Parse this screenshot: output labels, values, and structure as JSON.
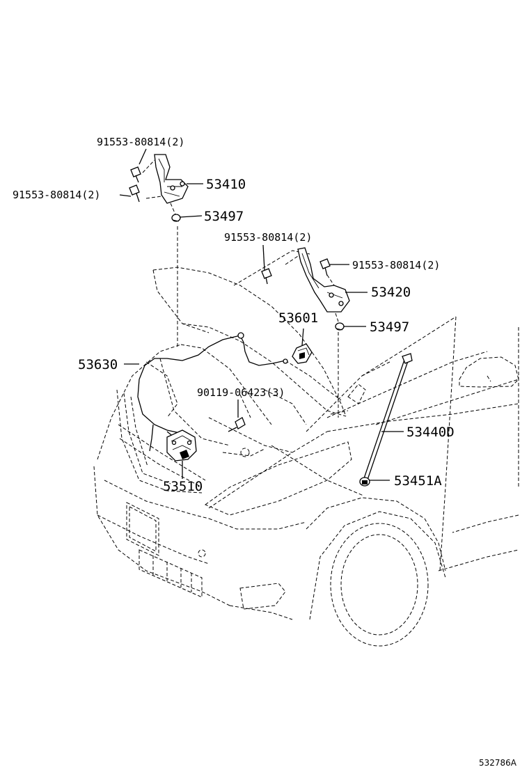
{
  "callouts": {
    "screw_top_left": "91553-80814(2)",
    "screw_left": "91553-80814(2)",
    "hinge_left": "53410",
    "cushion_left": "53497",
    "screw_mid": "91553-80814(2)",
    "screw_right": "91553-80814(2)",
    "hinge_right": "53420",
    "lock_control": "53601",
    "cushion_right": "53497",
    "release_cable": "53630",
    "bolt": "90119-06423(3)",
    "support_rod": "53440D",
    "hood_lock": "53510",
    "retainer": "53451A"
  },
  "figure_code": "532786A"
}
